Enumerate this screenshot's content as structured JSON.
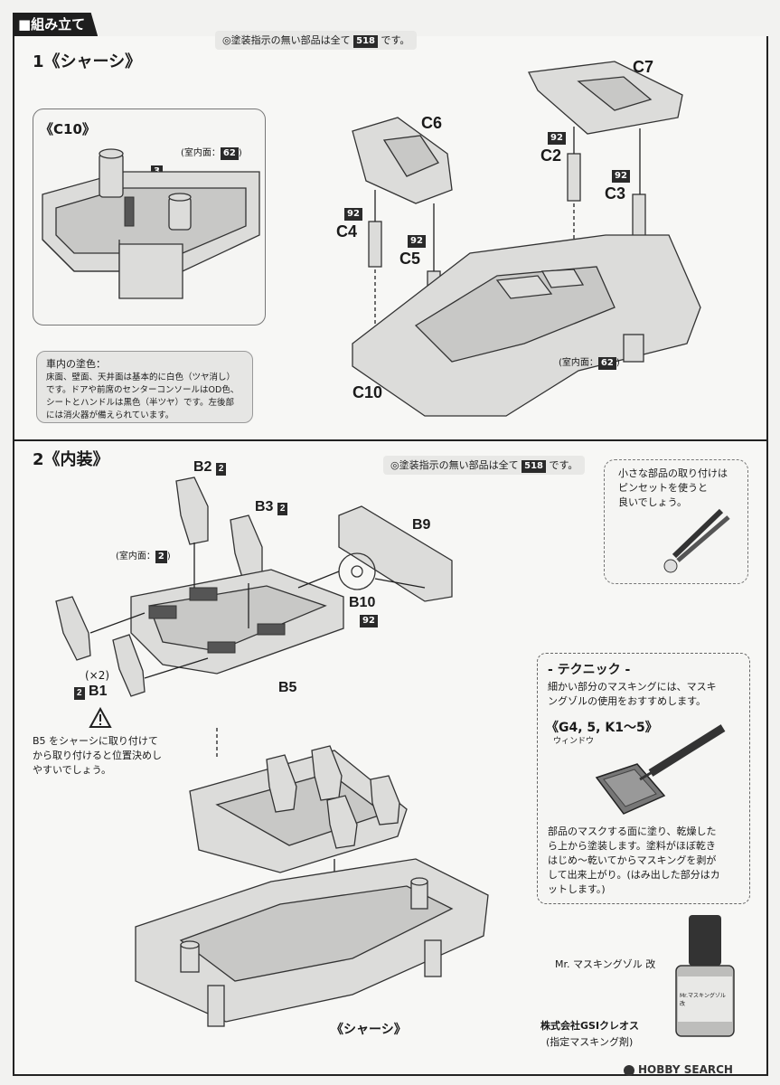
{
  "header": {
    "title": "■組み立て"
  },
  "section1": {
    "title": "1《シャーシ》",
    "paint_note_prefix": "◎塗装指示の無い部品は全て",
    "paint_note_badge": "518",
    "paint_note_suffix": "です。",
    "inset_title": "《C10》",
    "inset_label": "(室内面：",
    "inset_badge": "62",
    "inset_label_end": ")",
    "inset_part_badge": "3",
    "interior_note": {
      "heading": "車内の塗色：",
      "lines": [
        "床面、壁面、天井面は基本的に白色（ツヤ消し）",
        "です。ドアや前席のセンターコンソールはOD色、",
        "シートとハンドルは黒色（半ツヤ）です。左後部",
        "には消火器が備えられています。"
      ]
    },
    "parts": {
      "c6": "C6",
      "c7": "C7",
      "c2": "C2",
      "c3": "C3",
      "c4": "C4",
      "c5": "C5",
      "c10": "C10",
      "badge92": "92"
    },
    "chassis_label": "(室内面：",
    "chassis_badge": "62",
    "chassis_label_end": ")"
  },
  "section2": {
    "title": "2《内装》",
    "paint_note_prefix": "◎塗装指示の無い部品は全て",
    "paint_note_badge": "518",
    "paint_note_suffix": "です。",
    "parts": {
      "b2": "B2",
      "b2_badge": "2",
      "b3": "B3",
      "b3_badge": "2",
      "b9": "B9",
      "b10": "B10",
      "b10_badge": "92",
      "b5": "B5",
      "b1": "B1",
      "b1_badge": "2",
      "b1_qty": "(×2)"
    },
    "interior_label": "(室内面：",
    "interior_badge": "2",
    "interior_label_end": ")",
    "tweezer_tip": [
      "小さな部品の取り付けは",
      "ピンセットを使うと",
      "良いでしょう。"
    ],
    "warning_text": [
      "B5 をシャーシに取り付けて",
      "から取り付けると位置決めし",
      "やすいでしょう。"
    ],
    "chassis_caption": "《シャーシ》",
    "technic": {
      "title": "- テクニック -",
      "intro": [
        "細かい部分のマスキングには、マスキ",
        "ングゾルの使用をおすすめします。"
      ],
      "parts_title": "《G4, 5, K1〜5》",
      "parts_sub": "ウィンドウ",
      "body": [
        "部品のマスクする面に塗り、乾燥した",
        "ら上から塗装します。塗料がほぼ乾き",
        "はじめ〜乾いてからマスキングを剥が",
        "して出来上がり。(はみ出した部分はカ",
        "ットします。)"
      ],
      "product": "Mr. マスキングゾル 改",
      "maker": "株式会社GSIクレオス",
      "maker_note": "(指定マスキング剤)",
      "bottle_label": "Mr.マスキングゾル改"
    }
  },
  "watermark": "HOBBY SEARCH"
}
